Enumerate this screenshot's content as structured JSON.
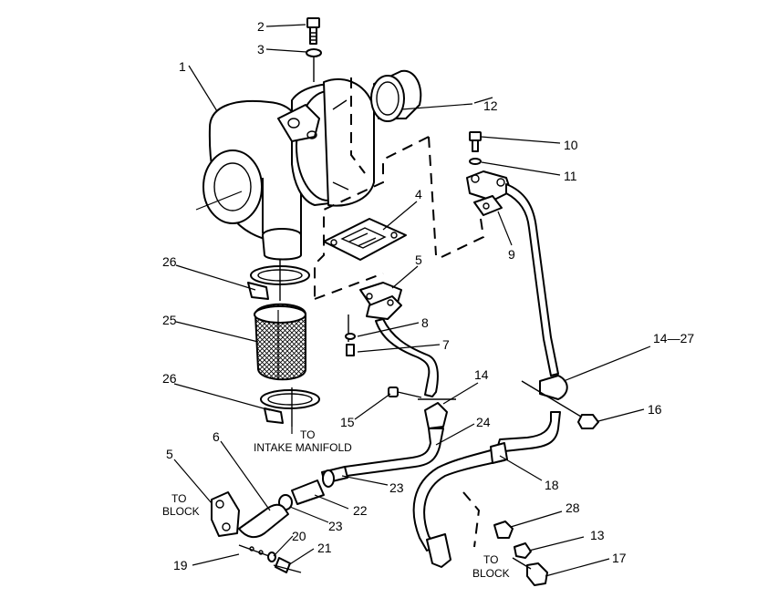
{
  "callouts": [
    "1",
    "2",
    "3",
    "4",
    "5",
    "6",
    "7",
    "8",
    "9",
    "10",
    "11",
    "12",
    "14",
    "14-27",
    "15",
    "16",
    "17",
    "18",
    "13",
    "19",
    "20",
    "21",
    "22",
    "23",
    "23",
    "24",
    "25",
    "26",
    "26",
    "28",
    "5"
  ],
  "notes": {
    "to_intake_manifold_1": "TO",
    "to_intake_manifold_2": "INTAKE MANIFOLD",
    "to_block_left_1": "TO",
    "to_block_left_2": "BLOCK",
    "to_block_right_1": "TO",
    "to_block_right_2": "BLOCK"
  },
  "labels": {
    "n1": "1",
    "n2": "2",
    "n3": "3",
    "n4": "4",
    "n5a": "5",
    "n5b": "5",
    "n6": "6",
    "n7": "7",
    "n8": "8",
    "n9": "9",
    "n10": "10",
    "n11": "11",
    "n12": "12",
    "n13": "13",
    "n14": "14",
    "n1427": "14—27",
    "n15": "15",
    "n16": "16",
    "n17": "17",
    "n18": "18",
    "n19": "19",
    "n20": "20",
    "n21": "21",
    "n22": "22",
    "n23a": "23",
    "n23b": "23",
    "n24": "24",
    "n25": "25",
    "n26a": "26",
    "n26b": "26",
    "n28": "28"
  }
}
